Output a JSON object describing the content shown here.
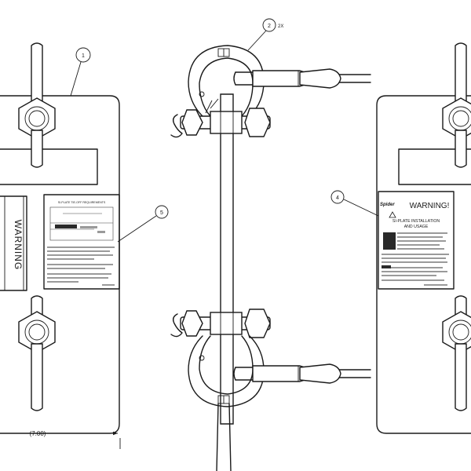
{
  "callouts": {
    "c1": "1",
    "c2": "2",
    "c2_qty": "2X",
    "c4": "4",
    "c5": "5"
  },
  "dimension": {
    "overall_width": "(7.00)"
  },
  "labels": {
    "warning_side": "WARNING",
    "label5_title": "SI-PLATE TIE-OFF REQUIREMENTS",
    "label4_brand": "Spider",
    "label4_warning": "WARNING!",
    "label4_title_line1": "SI-PLATE INSTALLATION",
    "label4_title_line2": "AND USAGE"
  }
}
